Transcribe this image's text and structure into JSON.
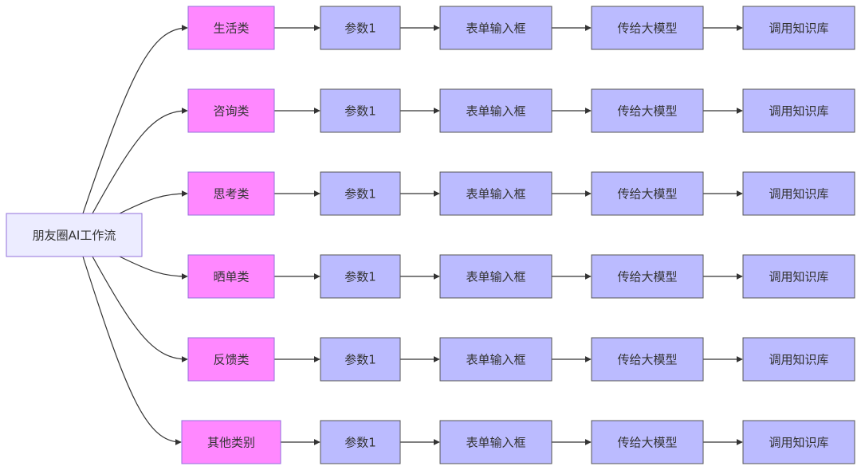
{
  "colors": {
    "root_fill": "#ECECFF",
    "root_stroke": "#9370DB",
    "category_fill": "#FF88FF",
    "category_stroke": "#9370DB",
    "step_fill": "#BBBBFF",
    "step_stroke": "#555555",
    "edge": "#333333"
  },
  "root": {
    "label": "朋友圈AI工作流"
  },
  "categories": [
    {
      "label": "生活类"
    },
    {
      "label": "咨询类"
    },
    {
      "label": "思考类"
    },
    {
      "label": "晒单类"
    },
    {
      "label": "反馈类"
    },
    {
      "label": "其他类别"
    }
  ],
  "steps": [
    {
      "label": "参数1"
    },
    {
      "label": "表单输入框"
    },
    {
      "label": "传给大模型"
    },
    {
      "label": "调用知识库"
    }
  ]
}
